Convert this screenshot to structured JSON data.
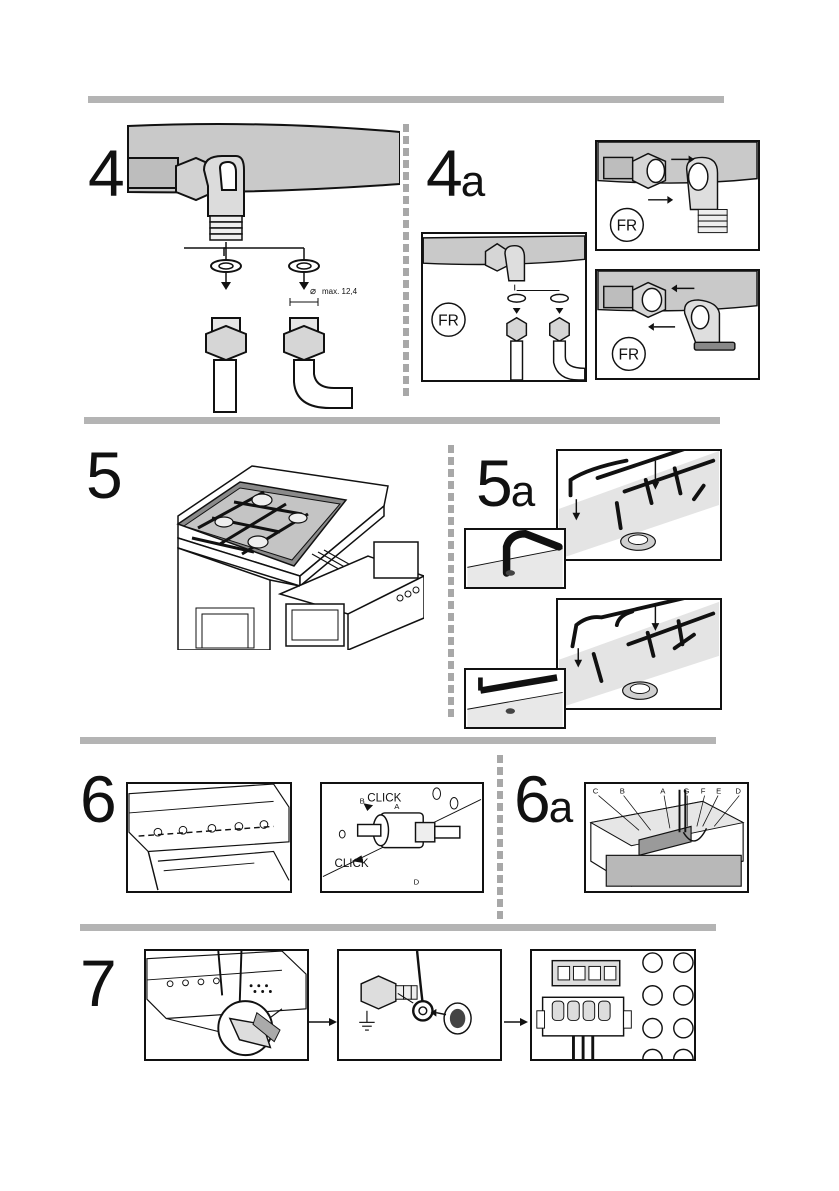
{
  "steps": {
    "s4": "4",
    "s4a_num": "4",
    "s4a_sub": "a",
    "s5": "5",
    "s5a_num": "5",
    "s5a_sub": "a",
    "s6": "6",
    "s6a_num": "6",
    "s6a_sub": "a",
    "s7": "7"
  },
  "step4": {
    "pipe_note": "max. 12,4",
    "diameter_symbol": "⌀"
  },
  "step4a": {
    "badge": "FR"
  },
  "step6": {
    "click_top": "CLICK",
    "click_bottom": "CLICK",
    "letter_a": "A",
    "letter_b": "B",
    "letter_d": "D"
  },
  "step6a": {
    "letters": [
      "C",
      "B",
      "A",
      "G",
      "F",
      "E",
      "D"
    ]
  },
  "colors": {
    "rule": "#b4b4b4",
    "fill_gray": "#c9c9c9",
    "ink": "#111111"
  }
}
